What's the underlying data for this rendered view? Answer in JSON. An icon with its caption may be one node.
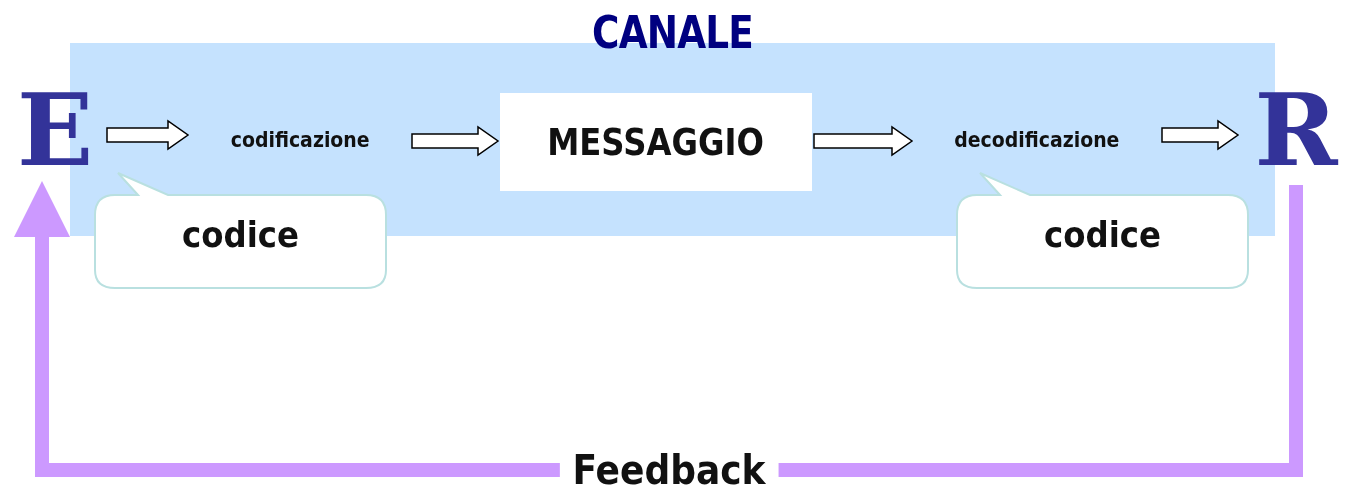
{
  "diagram": {
    "nodes": [
      {
        "text": [
          "CANALE"
        ]
      },
      {
        "text": [
          "E"
        ]
      },
      {
        "text": [
          "codificazione"
        ],
        "in": 0
      },
      {
        "text": [
          "MESSAGGIO"
        ],
        "in": 0
      },
      {
        "text": [
          "decodificazione"
        ],
        "in": 0
      },
      {
        "text": [
          "R"
        ]
      },
      {
        "text": [
          "codice"
        ]
      },
      {
        "text": [
          "codice"
        ]
      }
    ],
    "edges": [
      {
        "from": 1,
        "to": 2,
        "arrow": "to"
      },
      {
        "from": 2,
        "to": 3,
        "arrow": "to"
      },
      {
        "from": 3,
        "to": 4,
        "arrow": "to"
      },
      {
        "from": 4,
        "to": 5,
        "arrow": "to"
      },
      {
        "from": 5,
        "to": 1,
        "arrow": "to",
        "label": "Feedback",
        "color": "#cc99ff"
      }
    ]
  }
}
